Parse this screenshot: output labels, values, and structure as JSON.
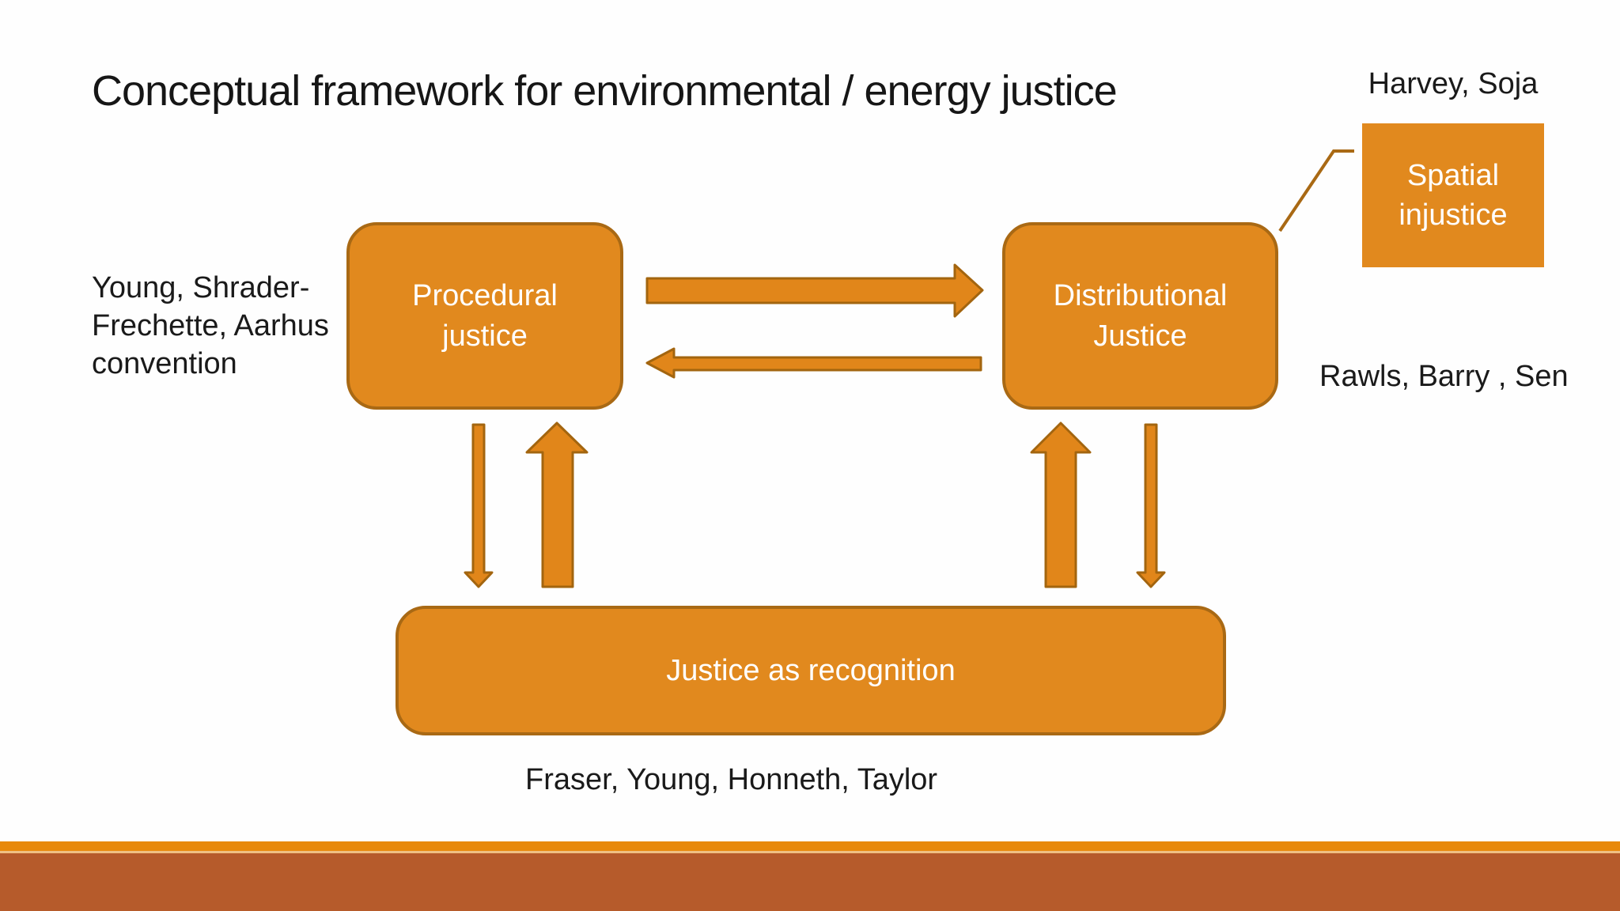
{
  "slide": {
    "title": "Conceptual framework for environmental / energy justice",
    "colors": {
      "box_fill": "#E1891E",
      "box_border": "#A96914",
      "box_text": "#FFFFFF",
      "arrow_fill": "#E1861A",
      "arrow_border": "#A3650F",
      "footer_strip": "#E8890B",
      "footer_band": "#B65B2B",
      "text": "#1A1A1A",
      "background": "#FEFEFE"
    }
  },
  "nodes": {
    "procedural": {
      "line1": "Procedural",
      "line2": "justice"
    },
    "distributional": {
      "line1": "Distributional",
      "line2": "Justice"
    },
    "recognition": {
      "label": "Justice as recognition"
    },
    "spatial": {
      "line1": "Spatial",
      "line2": "injustice"
    }
  },
  "annotations": {
    "spatial_refs": "Harvey, Soja",
    "procedural_refs": {
      "line1": "Young, Shrader-",
      "line2": "Frechette, Aarhus",
      "line3": "convention"
    },
    "distributional_refs": "Rawls, Barry , Sen",
    "recognition_refs": "Fraser, Young, Honneth, Taylor"
  }
}
